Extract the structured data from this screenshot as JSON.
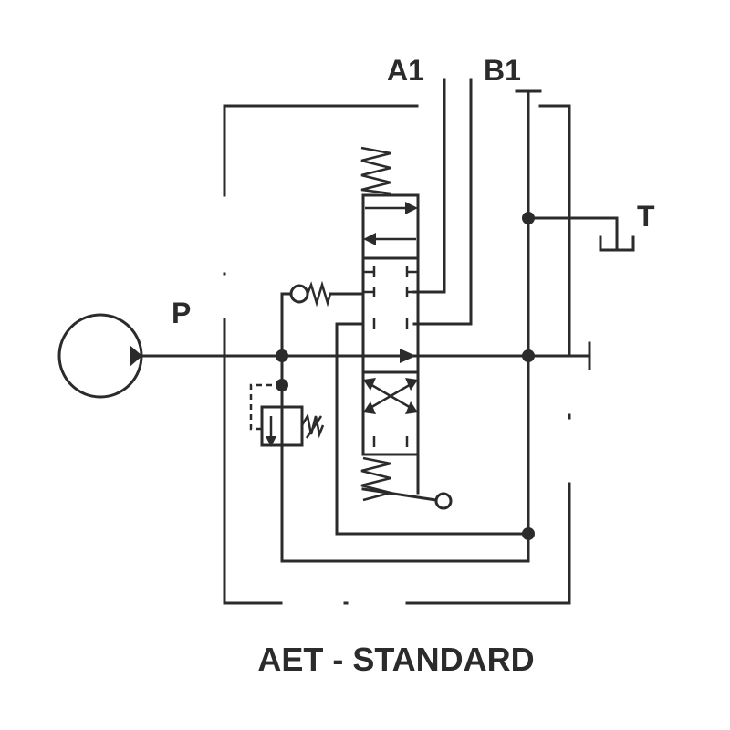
{
  "ports": {
    "a1": "A1",
    "b1": "B1",
    "t": "T",
    "p": "P"
  },
  "caption": "AET - STANDARD",
  "colors": {
    "line": "#2b2b2b",
    "background": "#ffffff"
  }
}
